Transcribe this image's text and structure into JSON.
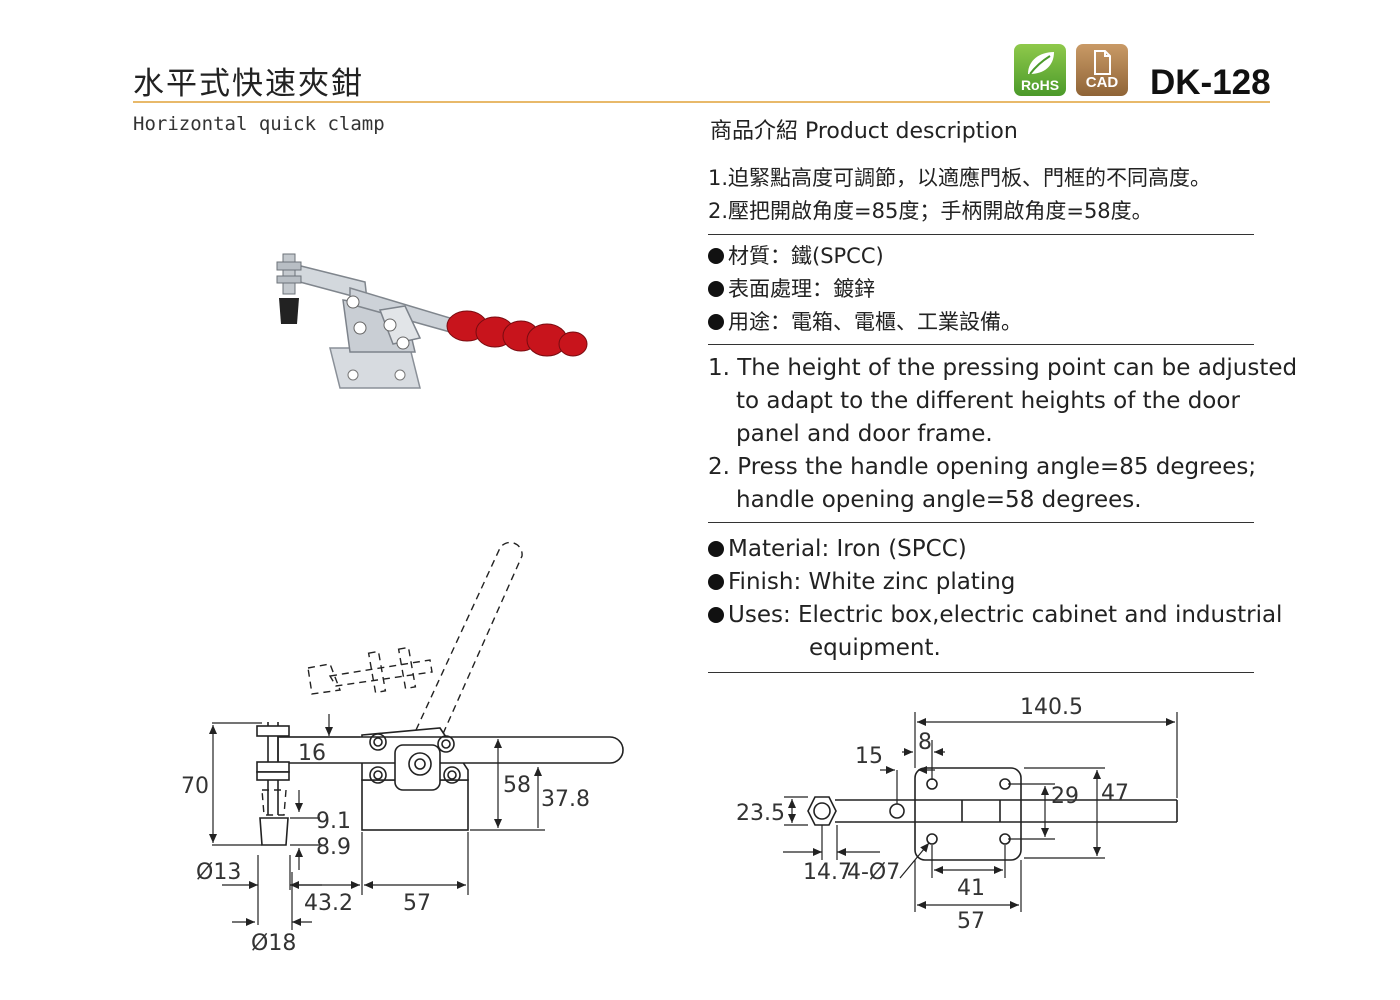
{
  "header": {
    "title_zh": "水平式快速夾鉗",
    "title_en": "Horizontal quick clamp",
    "model": "DK-128",
    "badges": [
      "RoHS",
      "CAD"
    ],
    "icons": [
      "leaf-icon",
      "document-icon"
    ],
    "accent_color": "#e8b96a"
  },
  "description": {
    "heading": "商品介紹 Product description",
    "features_zh": [
      "1.迫緊點高度可調節，以適應門板、門框的不同高度。",
      "2.壓把開啟角度=85度；手柄開啟角度=58度。"
    ],
    "specs_zh": [
      "材質：鐵(SPCC)",
      "表面處理：鍍鋅",
      "用途：電箱、電櫃、工業設備。"
    ],
    "features_en": [
      "1. The height of the pressing point can be adjusted",
      "to adapt to the different heights of the door",
      "panel and door frame.",
      "2. Press the handle opening angle=85 degrees;",
      "handle opening angle=58 degrees."
    ],
    "specs_en": [
      "Material: Iron (SPCC)",
      "Finish: White zinc plating",
      "Uses: Electric box,electric cabinet and industrial",
      "equipment."
    ]
  },
  "side_view_dims": {
    "height": "70",
    "d16": "16",
    "d9_1": "9.1",
    "d8_9": "8.9",
    "d58": "58",
    "d37_8": "37.8",
    "d13": "Ø13",
    "d43_2": "43.2",
    "d57": "57",
    "d18": "Ø18"
  },
  "top_view_dims": {
    "length": "140.5",
    "d8": "8",
    "d15": "15",
    "d23_5": "23.5",
    "d29": "29",
    "d47": "47",
    "d14_7": "14.7",
    "holes": "4-Ø7",
    "d41": "41",
    "d57": "57"
  }
}
